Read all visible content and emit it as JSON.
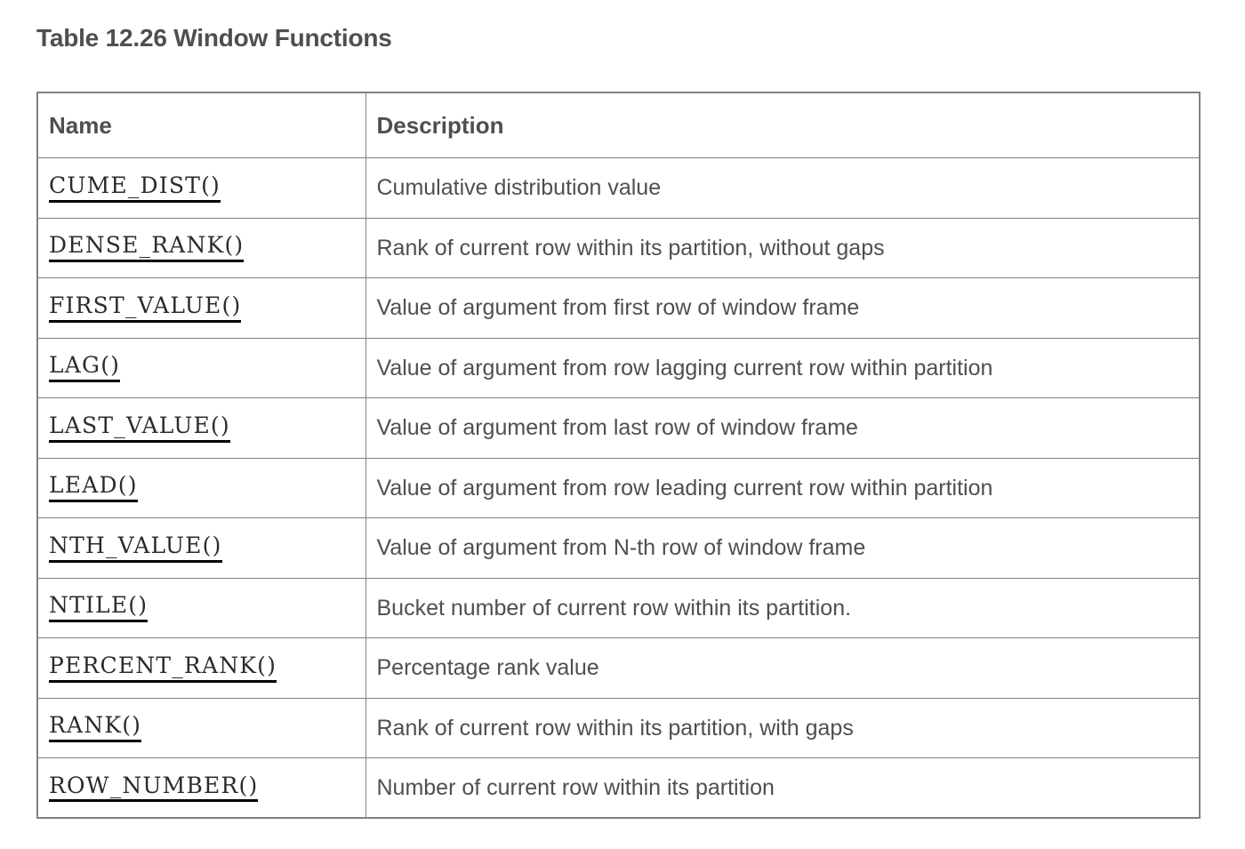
{
  "title": "Table 12.26 Window Functions",
  "table": {
    "columns": [
      "Name",
      "Description"
    ],
    "rows": [
      {
        "name": "CUME_DIST()",
        "description": "Cumulative distribution value"
      },
      {
        "name": "DENSE_RANK()",
        "description": "Rank of current row within its partition, without gaps"
      },
      {
        "name": "FIRST_VALUE()",
        "description": "Value of argument from first row of window frame"
      },
      {
        "name": "LAG()",
        "description": "Value of argument from row lagging current row within partition"
      },
      {
        "name": "LAST_VALUE()",
        "description": "Value of argument from last row of window frame"
      },
      {
        "name": "LEAD()",
        "description": "Value of argument from row leading current row within partition"
      },
      {
        "name": "NTH_VALUE()",
        "description": "Value of argument from N-th row of window frame"
      },
      {
        "name": "NTILE()",
        "description": "Bucket number of current row within its partition."
      },
      {
        "name": "PERCENT_RANK()",
        "description": "Percentage rank value"
      },
      {
        "name": "RANK()",
        "description": "Rank of current row within its partition, with gaps"
      },
      {
        "name": "ROW_NUMBER()",
        "description": "Number of current row within its partition"
      }
    ]
  },
  "colors": {
    "page_background": "#ffffff",
    "text": "#4f4f4f",
    "link_text": "#2b2b2b",
    "link_underline": "#000000",
    "table_border": "#808080"
  }
}
